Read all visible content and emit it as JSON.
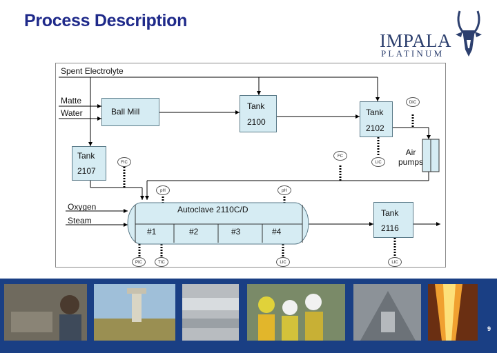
{
  "title": "Process Description",
  "logo": {
    "line1": "IMPALA",
    "line2": "PLATINUM"
  },
  "diagram": {
    "inputs": {
      "spent_electrolyte": "Spent Electrolyte",
      "matte": "Matte",
      "water": "Water",
      "oxygen": "Oxygen",
      "steam": "Steam"
    },
    "units": {
      "ball_mill": "Ball Mill",
      "tank_2100": {
        "name": "Tank",
        "id": "2100"
      },
      "tank_2102": {
        "name": "Tank",
        "id": "2102"
      },
      "tank_2107": {
        "name": "Tank",
        "id": "2107"
      },
      "tank_2116": {
        "name": "Tank",
        "id": "2116"
      },
      "autoclave": {
        "name": "Autoclave 2110C/D",
        "compartments": [
          "#1",
          "#2",
          "#3",
          "#4"
        ]
      },
      "air_pumps": "Air pumps"
    },
    "instruments": {
      "dic": "DIC",
      "lic_2102": "LIC",
      "fc": "FC",
      "fic": "FIC",
      "ph_1": "pH",
      "ph_2": "pH",
      "pic": "PIC",
      "tic": "TIC",
      "lic_autoclave": "LIC",
      "lic_2116": "LIC"
    }
  },
  "footer": {
    "page_number": "9"
  },
  "colors": {
    "title": "#1f2a8a",
    "equipment_fill": "#d6ecf3",
    "strip_background": "#1a3f84"
  }
}
